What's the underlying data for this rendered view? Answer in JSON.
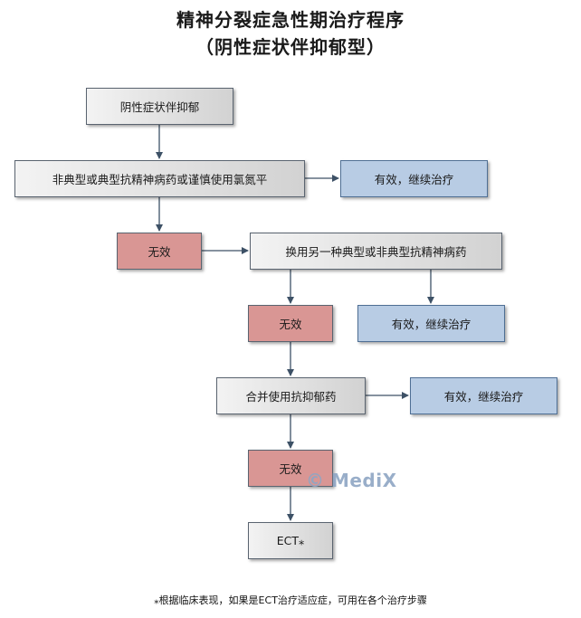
{
  "title": {
    "line1": "精神分裂症急性期治疗程序",
    "line2": "（阴性症状伴抑郁型）"
  },
  "nodes": {
    "start": "阴性症状伴抑郁",
    "step1": "非典型或典型抗精神病药或谨慎使用氯氮平",
    "effective1": "有效，继续治疗",
    "fail1": "无效",
    "step2": "换用另一种典型或非典型抗精神病药",
    "fail2": "无效",
    "effective2": "有效，继续治疗",
    "step3": "合并使用抗抑郁药",
    "effective3": "有效，继续治疗",
    "fail3": "无效",
    "ect": "ECT⁎"
  },
  "footnote": "⁎根据临床表现，如果是ECT治疗适应症，可用在各个治疗步骤",
  "watermark": "© MediX",
  "colors": {
    "fail_fill": "#d99694",
    "effective_fill": "#b8cce4",
    "step_fill": "#e2e2e2",
    "arrow": "#3d5166"
  }
}
